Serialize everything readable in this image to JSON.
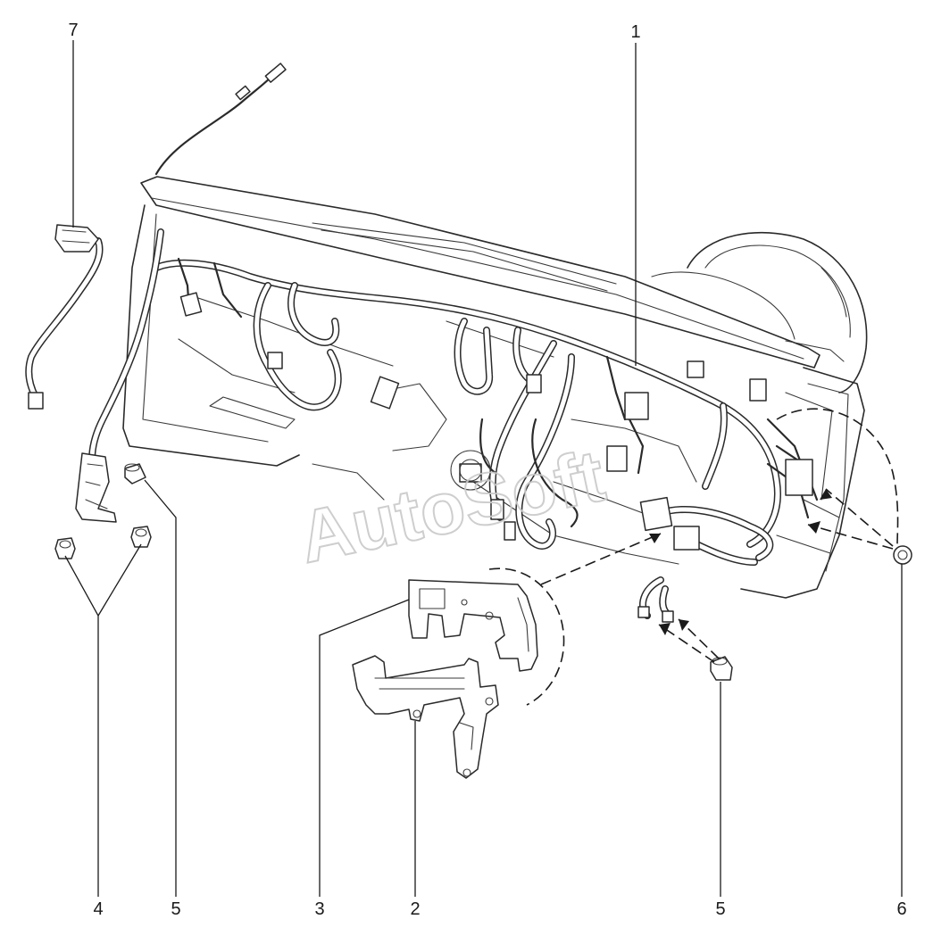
{
  "watermark": "AutoSoft",
  "callouts": {
    "c1": "1",
    "c2": "2",
    "c3": "3",
    "c4": "4",
    "c5a": "5",
    "c5b": "5",
    "c6": "6",
    "c7": "7"
  }
}
